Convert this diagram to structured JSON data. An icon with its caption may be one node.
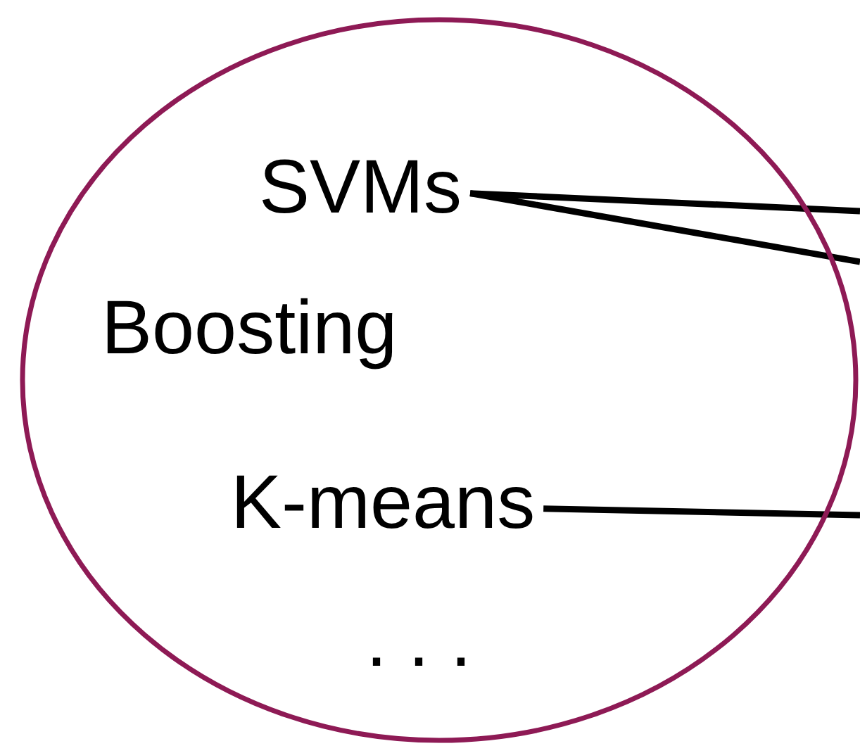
{
  "diagram": {
    "nodes": [
      {
        "text": [
          "Boosting",
          ". . ."
        ]
      },
      {
        "text": [
          "SVMs"
        ],
        "in": 0
      },
      {
        "text": [
          "K-means"
        ],
        "in": 0
      }
    ],
    "edges": [
      {
        "from": 1,
        "to": null,
        "arrow": "none"
      },
      {
        "from": 1,
        "to": null,
        "arrow": "none"
      },
      {
        "from": 2,
        "to": null,
        "arrow": "none"
      }
    ]
  }
}
